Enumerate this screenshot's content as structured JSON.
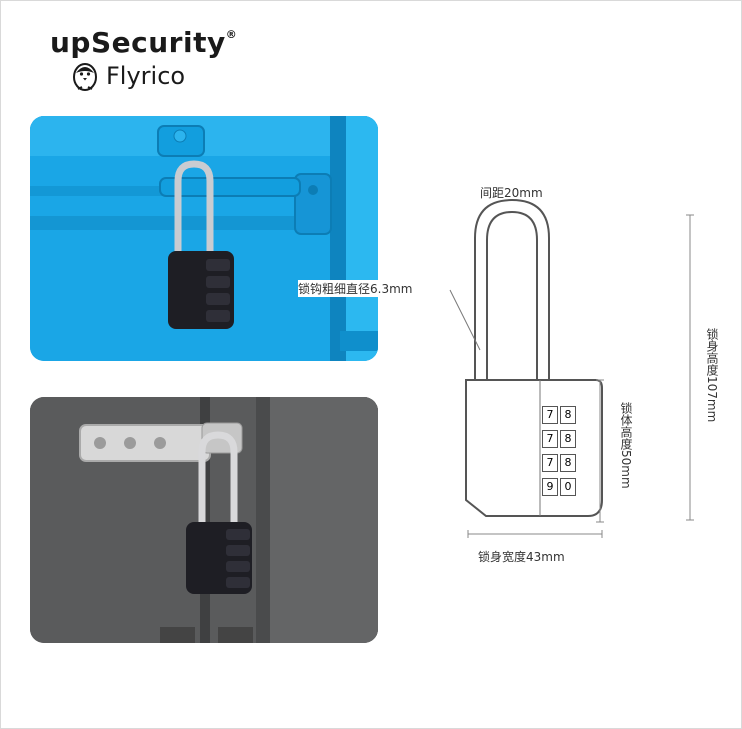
{
  "brand": {
    "name": "upSecurity",
    "registered_mark": "®",
    "sub_name": "Flyrico",
    "logo_icon": "penguin-icon"
  },
  "diagram": {
    "shackle_spacing": "间距20mm",
    "shackle_diameter": "锁钩粗细直径6.3mm",
    "total_height": "锁身高度107mm",
    "body_height": "锁体高度50mm",
    "body_width": "锁身宽度43mm",
    "dials": [
      [
        "7",
        "8"
      ],
      [
        "7",
        "8"
      ],
      [
        "7",
        "8"
      ],
      [
        "9",
        "0"
      ]
    ]
  },
  "colors": {
    "container_blue": "#1aa6e6",
    "container_gray": "#5a5b5c",
    "lock_black": "#1e1e24"
  }
}
